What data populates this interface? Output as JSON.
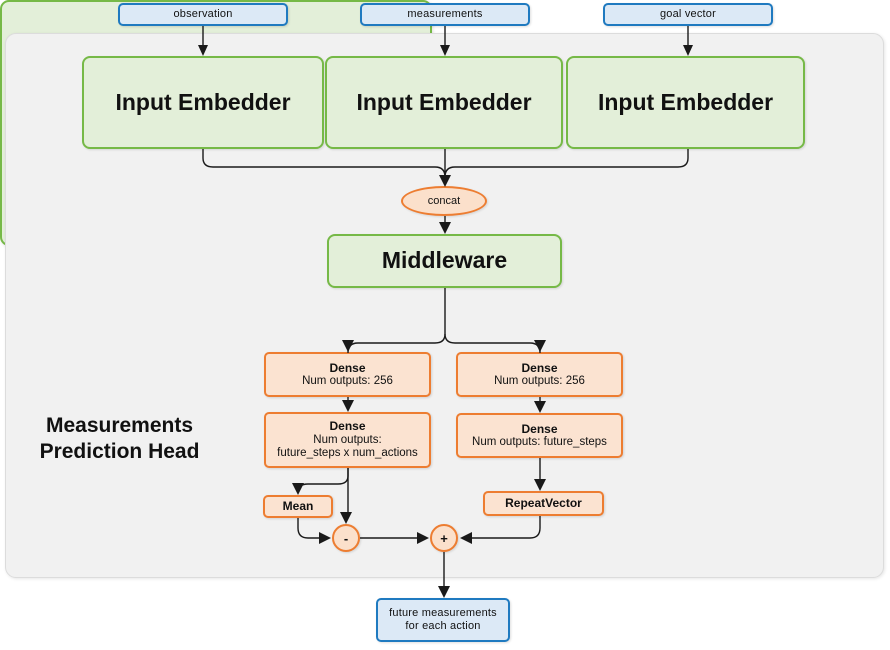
{
  "diagram": {
    "title": "Measurements Prediction Head network architecture",
    "colors": {
      "io_border": "#1F7AC0",
      "io_fill": "#DCE9F6",
      "green_border": "#76B947",
      "green_fill": "#E3EFD9",
      "orange_border": "#ED7D31",
      "orange_fill": "#FBE3D1",
      "panel_fill": "#F1F1F1",
      "wire": "#1a1a1a"
    }
  },
  "inputs": [
    {
      "label": "observation"
    },
    {
      "label": "measurements"
    },
    {
      "label": "goal vector"
    }
  ],
  "embedders": [
    {
      "label": "Input Embedder"
    },
    {
      "label": "Input Embedder"
    },
    {
      "label": "Input Embedder"
    }
  ],
  "concat": {
    "label": "concat"
  },
  "middleware": {
    "label": "Middleware"
  },
  "head": {
    "label_line1": "Measurements",
    "label_line2": "Prediction Head",
    "left_branch": {
      "dense1": {
        "title": "Dense",
        "detail": "Num outputs: 256"
      },
      "dense2": {
        "title": "Dense",
        "detail_line1": "Num outputs:",
        "detail_line2": "future_steps x num_actions"
      },
      "mean": {
        "label": "Mean"
      },
      "op": {
        "symbol": "-"
      }
    },
    "right_branch": {
      "dense1": {
        "title": "Dense",
        "detail": "Num outputs: 256"
      },
      "dense2": {
        "title": "Dense",
        "detail": "Num outputs: future_steps"
      },
      "repeat_vector": {
        "label": "RepeatVector"
      }
    },
    "merge_op": {
      "symbol": "+"
    }
  },
  "output": {
    "line1": "future measurements",
    "line2": "for each action"
  }
}
